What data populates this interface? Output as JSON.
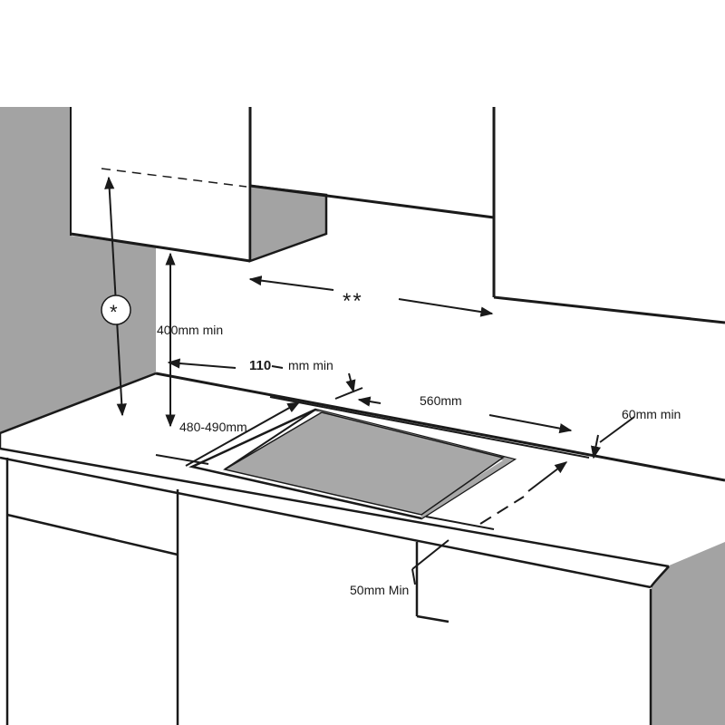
{
  "labels": {
    "height_star": "*",
    "width_stars": "**",
    "min_vertical": "400mm min",
    "min_side_value": "110",
    "min_side_unit": "mm min",
    "cutout_width": "560mm",
    "cutout_depth": "480-490mm",
    "min_back": "60mm min",
    "min_front": "50mm Min"
  },
  "colors": {
    "wall_fill": "#a3a3a3",
    "cutout_fill": "#a8a8a8",
    "line": "#1a1a1a",
    "background": "#ffffff"
  }
}
